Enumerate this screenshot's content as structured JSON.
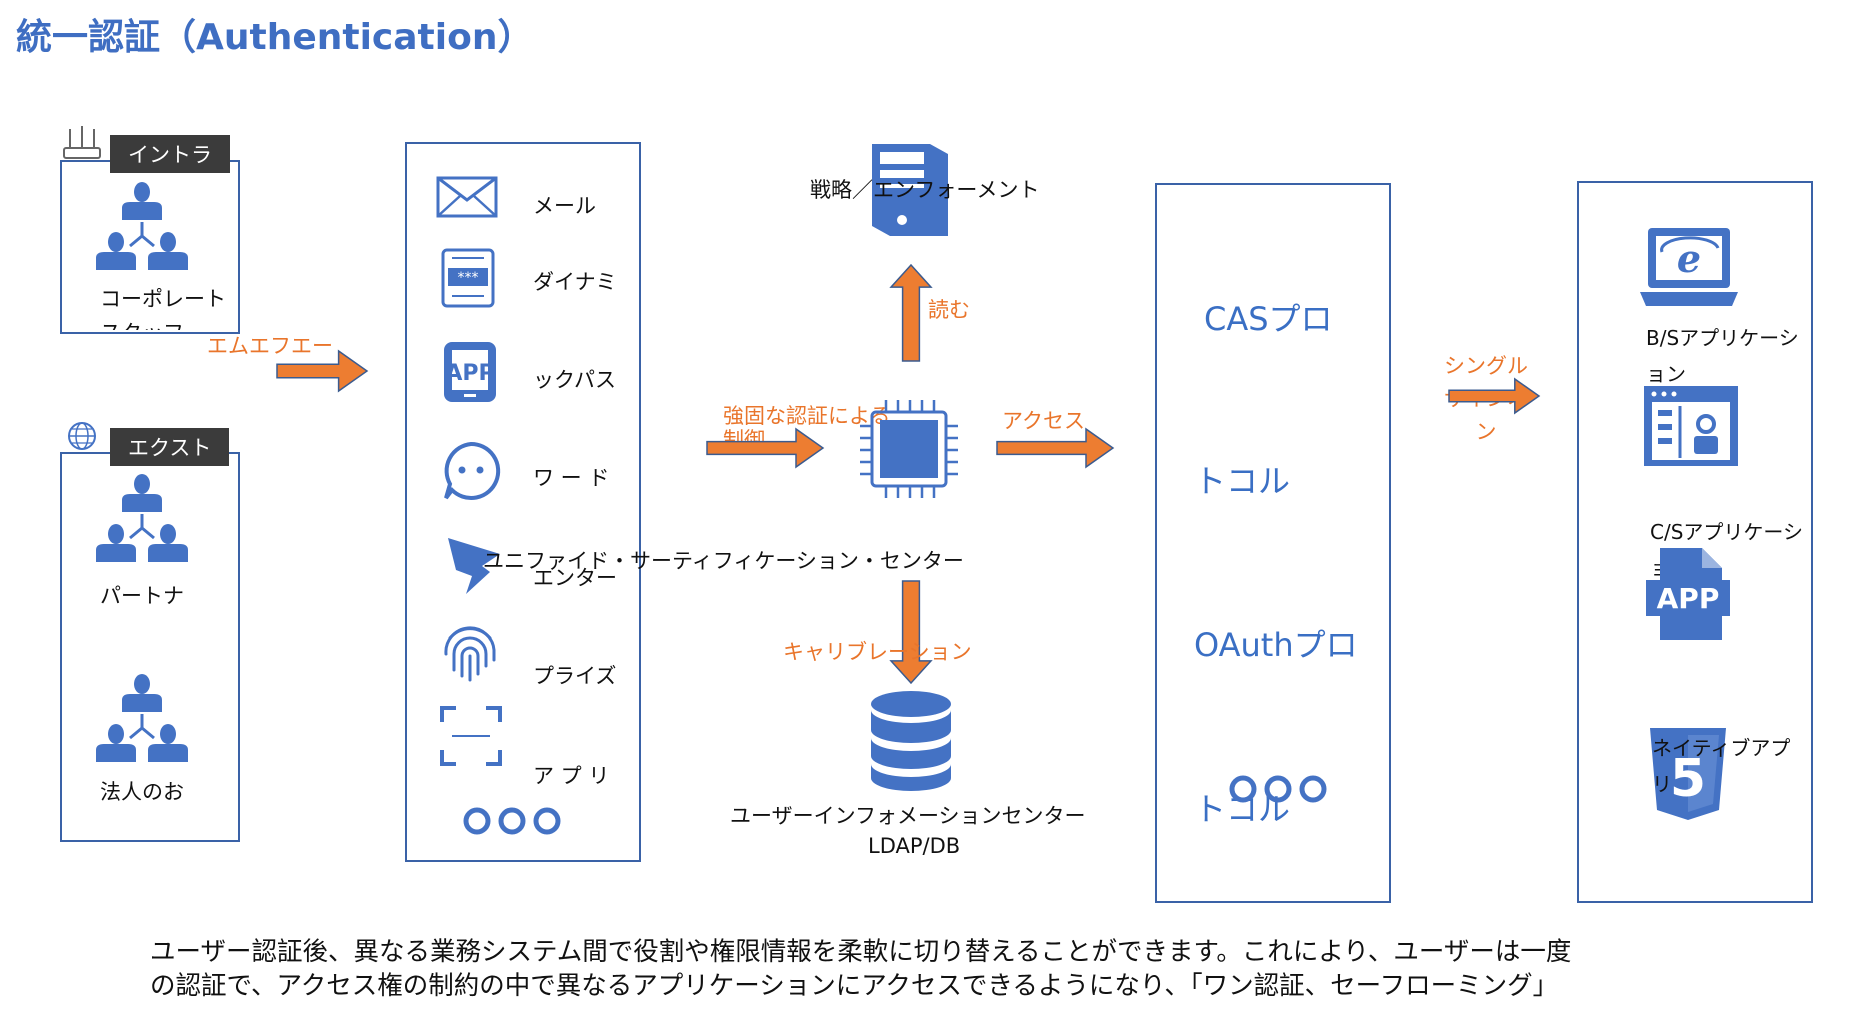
{
  "title": "統一認証（Authentication）",
  "users": {
    "intra_tag": "イントラ",
    "corporate_label": "コーポレート\nスタッフ",
    "ext_tag": "エクスト",
    "partner_label": "パートナ",
    "corp_client_label": "法人のお"
  },
  "mfa_label": "エムエフエー",
  "methods": {
    "mail": "メール",
    "dynamic": "ダイナミ",
    "app_pass": "ックパス",
    "voice": "ワ ー ド",
    "unified": "エンター",
    "fingerprint": "プライズ",
    "face": "ア プ リ"
  },
  "center": {
    "strong_auth": "強固な認証による\n制御",
    "unified_center": "ユニファイド・サーティフィケーション・センター",
    "policy": "戦略／エンフォーメント",
    "read": "読む",
    "access": "アクセス",
    "calibration": "キャリブレーション",
    "user_info_center": "ユーザーインフォメーションセンター",
    "ldap": "LDAP/DB"
  },
  "protocols": {
    "cas": "CASプロ",
    "cas2": "トコル",
    "oauth": "OAuthプロ",
    "oauth2": "トコル"
  },
  "sso_label": "シングル\nサインオ\nン",
  "apps": {
    "bs": "B/Sアプリケーシ\nョン",
    "cs": "C/Sアプリケーシ\nョン",
    "native": "ネイティブアプ\nリ"
  },
  "note_line1": "ユーザー認証後、異なる業務システム間で役割や権限情報を柔軟に切り替えることができます。これにより、ユーザーは一度",
  "note_line2": "の認証で、アクセス権の制約の中で異なるアプリケーションにアクセスできるようになり、「ワン認証、セーフローミング」",
  "colors": {
    "accent_blue": "#3f6ec2",
    "icon_blue": "#4472c4",
    "arrow_orange": "#ed7d31",
    "border_blue": "#3a62a7"
  }
}
